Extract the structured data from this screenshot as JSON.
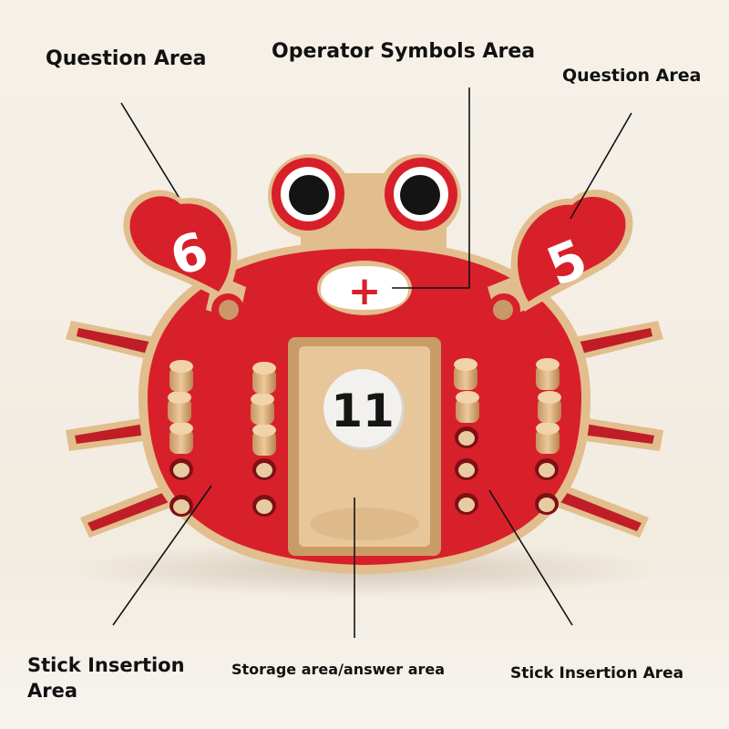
{
  "labels": {
    "question_area_left": "Question Area",
    "operator_symbols_area": "Operator Symbols Area",
    "question_area_right": "Question Area",
    "stick_insertion_area_left": "Stick Insertion Area",
    "storage_answer_area": "Storage area/answer area",
    "stick_insertion_area_right": "Stick Insertion Area"
  },
  "toy": {
    "left_claw_number": "6",
    "right_claw_number": "5",
    "operator_symbol": "+",
    "answer_number": "11"
  },
  "colors": {
    "background": "#f4eee5",
    "crab_red": "#d8202a",
    "wood": "#e2bd8d",
    "text": "#111111"
  }
}
